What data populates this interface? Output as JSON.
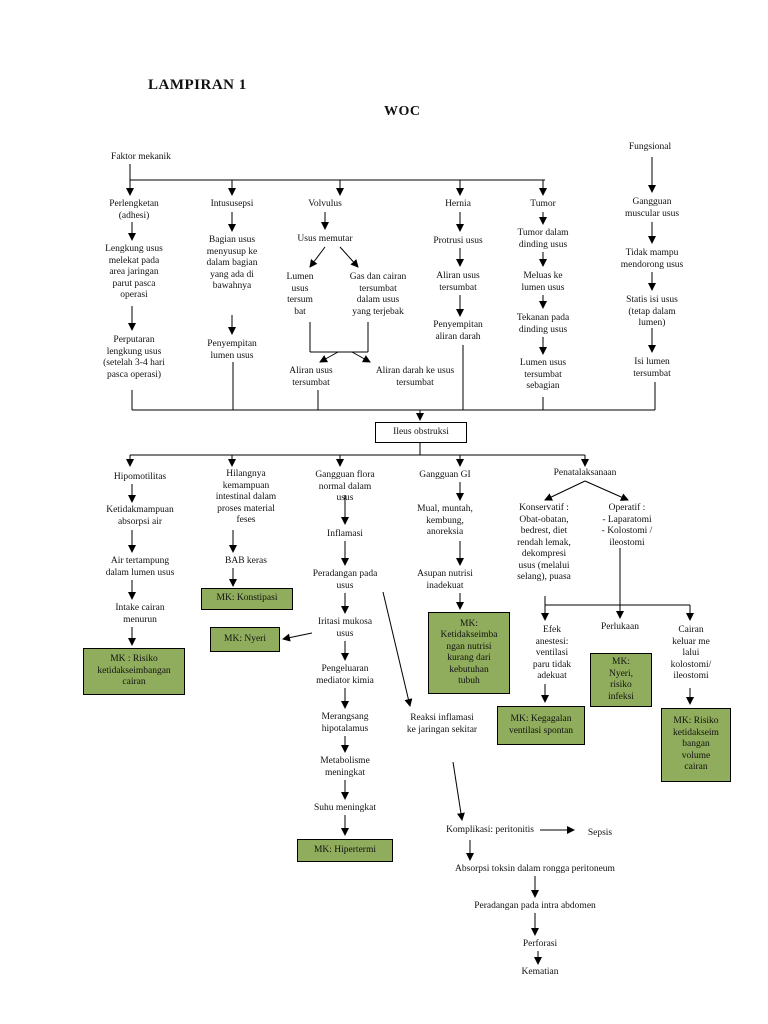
{
  "header": {
    "title": "LAMPIRAN 1",
    "subtitle": "WOC"
  },
  "nodes": {
    "faktor_mekanik": "Faktor mekanik",
    "fungsional": "Fungsional",
    "perlengketan": "Perlengketan\n(adhesi)",
    "lengkung_usus": "Lengkung usus\nmelekat pada\narea jaringan\nparut pasca\noperasi",
    "perputaran": "Perputaran\nlengkung usus\n(setelah 3-4 hari\npasca operasi)",
    "intususepsi": "Intususepsi",
    "bagian_usus": "Bagian usus\nmenyusup ke\ndalam bagian\nyang ada di\nbawahnya",
    "penyempitan_lumen": "Penyempitan\nlumen usus",
    "volvulus": "Volvulus",
    "usus_memutar": "Usus memutar",
    "lumen_tersumbat": "Lumen\nusus\ntersum\nbat",
    "gas_cairan": "Gas dan cairan\ntersumbat\ndalam usus\nyang terjebak",
    "aliran_usus_tersumbat": "Aliran usus\ntersumbat",
    "aliran_darah_usus": "Aliran darah ke usus\ntersumbat",
    "hernia": "Hernia",
    "protrusi": "Protrusi usus",
    "aliran_usus_hernia": "Aliran usus\ntersumbat",
    "penyempitan_aliran": "Penyempitan\naliran darah",
    "tumor": "Tumor",
    "tumor_dinding": "Tumor dalam\ndinding usus",
    "meluas": "Meluas ke\nlumen usus",
    "tekanan": "Tekanan pada\ndinding usus",
    "lumen_sebagian": "Lumen usus\ntersumbat\nsebagian",
    "gangguan_muscular": "Gangguan\nmuscular usus",
    "tidak_mampu": "Tidak mampu\nmendorong usus",
    "statis": "Statis isi usus\n(tetap dalam\nlumen)",
    "isi_lumen": "Isi lumen\ntersumbat",
    "ileus": "Ileus obstruksi",
    "hipomotilitas": "Hipomotilitas",
    "ketidakmampuan": "Ketidakmampuan\nabsorpsi air",
    "air_tertampung": "Air tertampung\ndalam lumen usus",
    "intake": "Intake cairan\nmenurun",
    "mk_risiko_cairan": "MK : Risiko\nketidakseimbangan\ncairan",
    "hilangnya": "Hilangnya\nkemampuan\nintestinal dalam\nproses material\nfeses",
    "bab_keras": "BAB keras",
    "mk_konstipasi": "MK: Konstipasi",
    "mk_nyeri": "MK: Nyeri",
    "gangguan_flora": "Gangguan flora\nnormal dalam\nusus",
    "inflamasi": "Inflamasi",
    "peradangan_usus": "Peradangan pada\nusus",
    "iritasi": "Iritasi mukosa\nusus",
    "pengeluaran": "Pengeluaran\nmediator kimia",
    "merangsang": "Merangsang\nhipotalamus",
    "metabolisme": "Metabolisme\nmeningkat",
    "suhu": "Suhu meningkat",
    "mk_hipertermi": "MK: Hipertermi",
    "reaksi": "Reaksi inflamasi\nke jaringan sekitar",
    "gangguan_gi": "Gangguan GI",
    "mual": "Mual, muntah,\nkembung,\nanoreksia",
    "asupan": "Asupan nutrisi\ninadekuat",
    "mk_nutrisi": "MK:\nKetidakseimba\nngan nutrisi\nkurang dari\nkebutuhan\ntubuh",
    "penatalaksanaan": "Penatalaksanaan",
    "konservatif": "Konservatif :\nObat-obatan,\nbedrest, diet\nrendah lemak,\ndekompresi\nusus (melalui\nselang), puasa",
    "operatif": "Operatif :\n- Laparatomi\n- Kolostomi /\nileostomi",
    "efek": "Efek\nanestesi:\nventilasi\nparu tidak\nadekuat",
    "perlukaan": "Perlukaan",
    "cairan_keluar": "Cairan\nkeluar me\nlalui\nkolostomi/\nileostomi",
    "mk_ventilasi": "MK: Kegagalan\nventilasi spontan",
    "mk_infeksi": "MK:\nNyeri,\nrisiko\ninfeksi",
    "mk_volume": "MK: Risiko\nketidakseim\nbangan\nvolume\ncairan",
    "komplikasi": "Komplikasi: peritonitis",
    "sepsis": "Sepsis",
    "absorpsi": "Absorpsi toksin dalam rongga peritoneum",
    "peradangan_abdomen": "Peradangan pada intra abdomen",
    "perforasi": "Perforasi",
    "kematian": "Kematian"
  },
  "colors": {
    "mk_box": "#90ad5d",
    "line": "#000000"
  }
}
